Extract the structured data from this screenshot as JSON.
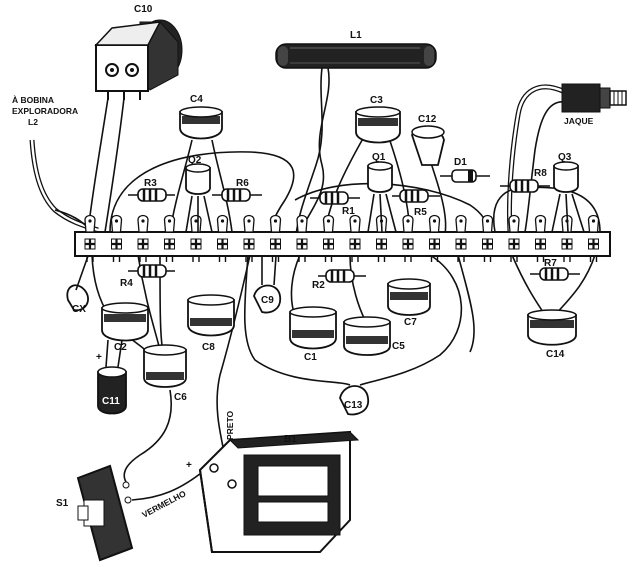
{
  "labels": {
    "c10": "C10",
    "l1": "L1",
    "bobina_line1": "À BOBINA",
    "bobina_line2": "EXPLORADORA",
    "l2": "L2",
    "c4": "C4",
    "c3": "C3",
    "c12": "C12",
    "jaque": "JAQUE",
    "q2": "Q2",
    "q1": "Q1",
    "d1": "D1",
    "q3": "Q3",
    "r3": "R3",
    "r6": "R6",
    "r1": "R1",
    "r5": "R5",
    "r8": "R8",
    "r4": "R4",
    "r2": "R2",
    "r7": "R7",
    "cx": "CX",
    "c2": "C2",
    "c8": "C8",
    "c9": "C9",
    "c1": "C1",
    "c5": "C5",
    "c7": "C7",
    "c14": "C14",
    "c11": "C11",
    "c6": "C6",
    "c13": "C13",
    "preto": "PRETO",
    "b1": "B1",
    "s1": "S1",
    "vermelho": "VERMELHO",
    "plus1": "+",
    "plus2": "+"
  }
}
